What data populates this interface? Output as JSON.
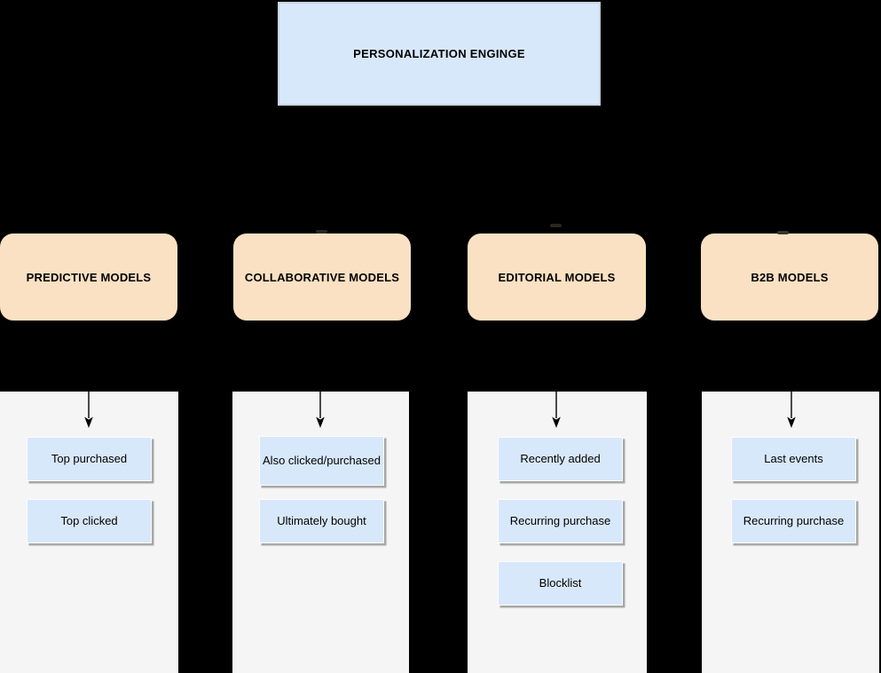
{
  "colors": {
    "background": "#000000",
    "node-blue": "#D8E8FB",
    "node-blue-border": "#C8D2E2",
    "category-orange": "#FBE1C3",
    "panel-gray": "#F5F5F5",
    "item-border": "#FBFDFF",
    "shadow-gray": "#A6A6A6",
    "text-black": "#000000",
    "arrow-black": "#000000"
  },
  "engine": {
    "label": "PERSONALIZATION ENGINGE"
  },
  "categories": [
    {
      "label": "PREDICTIVE MODELS",
      "items": [
        "Top purchased",
        "Top clicked"
      ]
    },
    {
      "label": "COLLABORATIVE MODELS",
      "items": [
        "Also clicked/purchased",
        "Ultimately bought"
      ]
    },
    {
      "label": "EDITORIAL MODELS",
      "items": [
        "Recently added",
        "Recurring purchase",
        "Blocklist"
      ]
    },
    {
      "label": "B2B MODELS",
      "items": [
        "Last events",
        "Recurring purchase"
      ]
    }
  ]
}
